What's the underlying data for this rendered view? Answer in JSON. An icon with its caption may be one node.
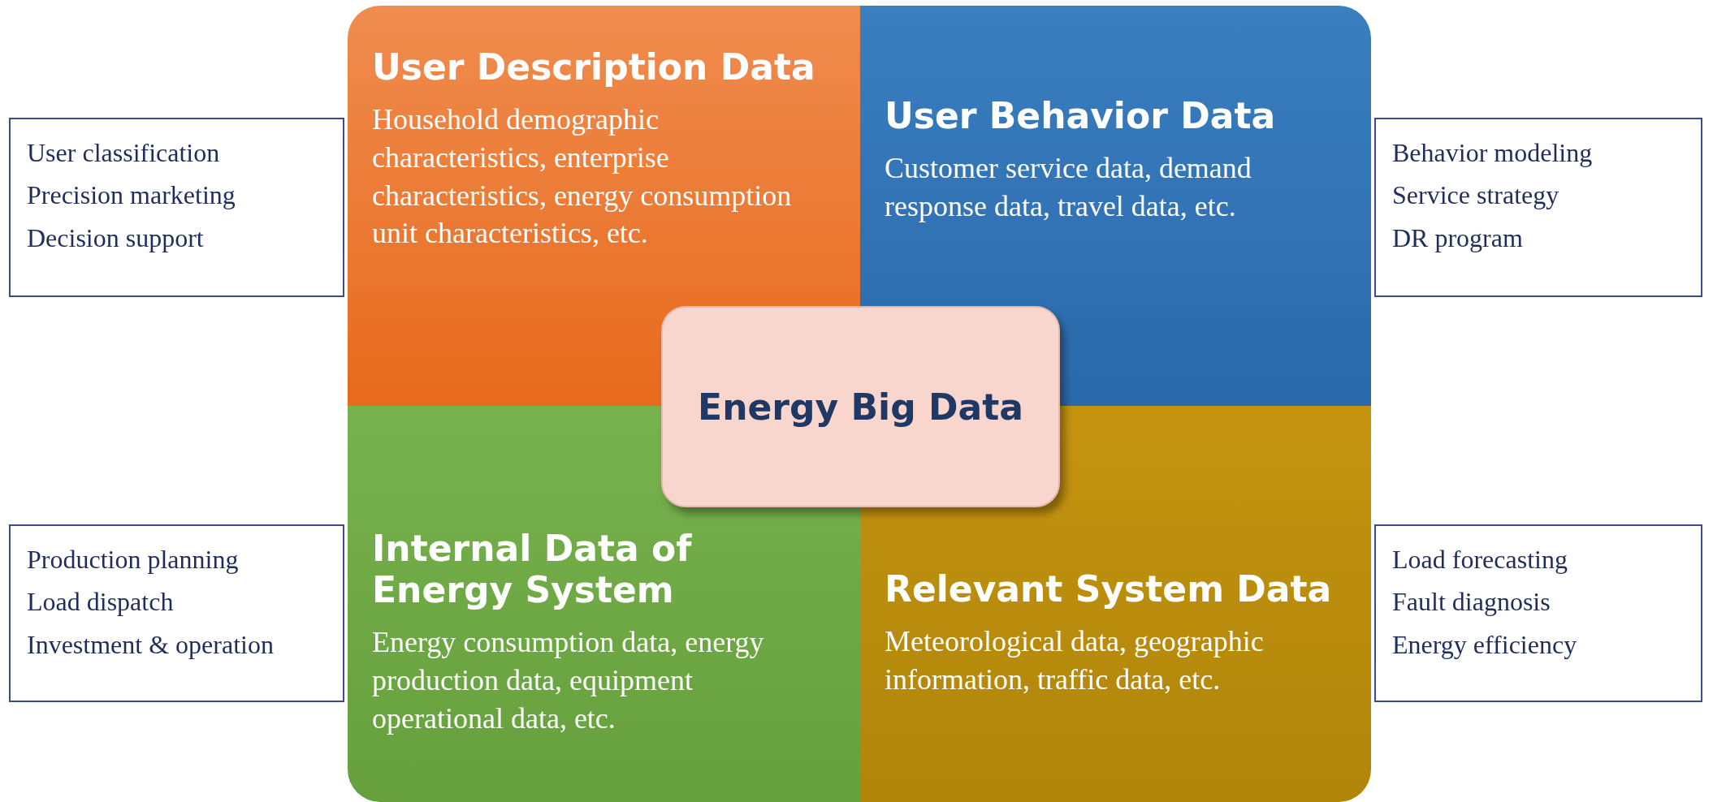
{
  "diagram": {
    "nodes": [
      {
        "text": [
          "User Description Data",
          "Household demographic characteristics, enterprise characteristics, energy consumption unit characteristics, etc."
        ]
      },
      {
        "text": [
          "User Behavior Data",
          "Customer service data, demand response data, travel data, etc."
        ]
      },
      {
        "text": [
          "Internal Data of Energy System",
          "Energy consumption data, energy production data, equipment operational data, etc."
        ]
      },
      {
        "text": [
          "Relevant System Data",
          "Meteorological data, geographic information, traffic data, etc."
        ]
      },
      {
        "text": [
          "Energy Big Data"
        ]
      },
      {
        "text": [
          "User classification",
          "Precision marketing",
          "Decision support"
        ]
      },
      {
        "text": [
          "Behavior modeling",
          "Service strategy",
          "DR program"
        ]
      },
      {
        "text": [
          "Production planning",
          "Load dispatch",
          "Investment & operation"
        ]
      },
      {
        "text": [
          "Load forecasting",
          "Fault diagnosis",
          "Energy efficiency"
        ]
      }
    ]
  }
}
